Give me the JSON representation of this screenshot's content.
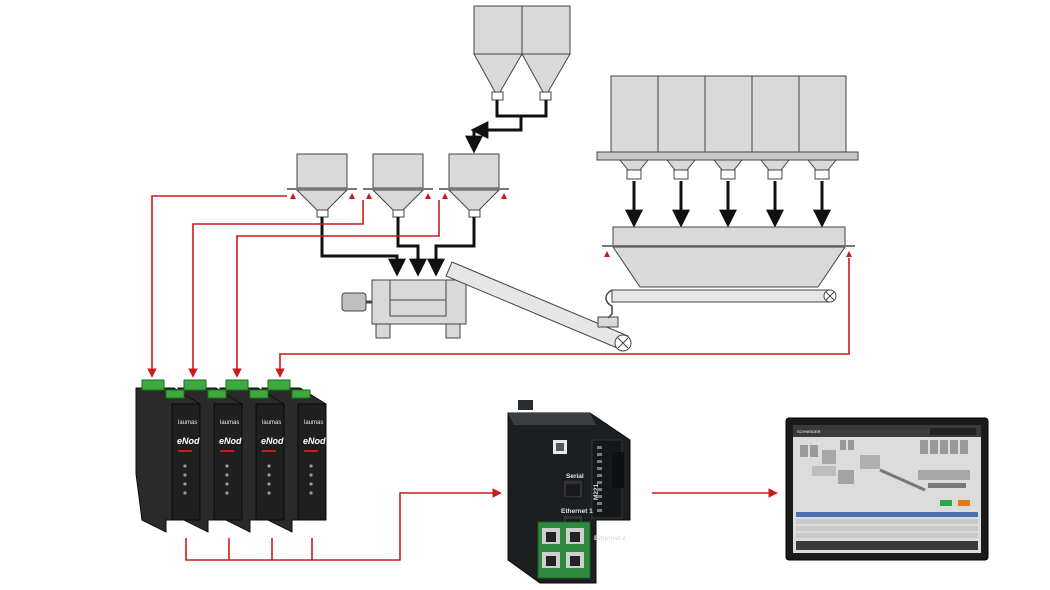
{
  "weighing_modules": {
    "brand_label": "laumas",
    "model_label": "eNod",
    "count": 4
  },
  "plc": {
    "serial_label": "Serial",
    "ethernet1_label": "Ethernet 1",
    "ethernet2_label": "Ethernet 2",
    "model_label": "M221"
  },
  "hmi": {
    "title_label": "SCHNEIDER"
  },
  "colors": {
    "signal_line": "#cc1a1a",
    "material_line": "#111111",
    "equipment_fill": "#d9d9d9",
    "module_body": "#2a2a2a",
    "module_accent": "#3caa3c",
    "plc_body": "#1c1f22",
    "plc_accent": "#2e8b3e"
  },
  "icons": [
    "silo-icon",
    "hopper-icon",
    "mixer-icon",
    "screw-conveyor-icon",
    "load-cell-icon",
    "weighing-module-icon",
    "plc-icon",
    "hmi-panel-icon"
  ]
}
